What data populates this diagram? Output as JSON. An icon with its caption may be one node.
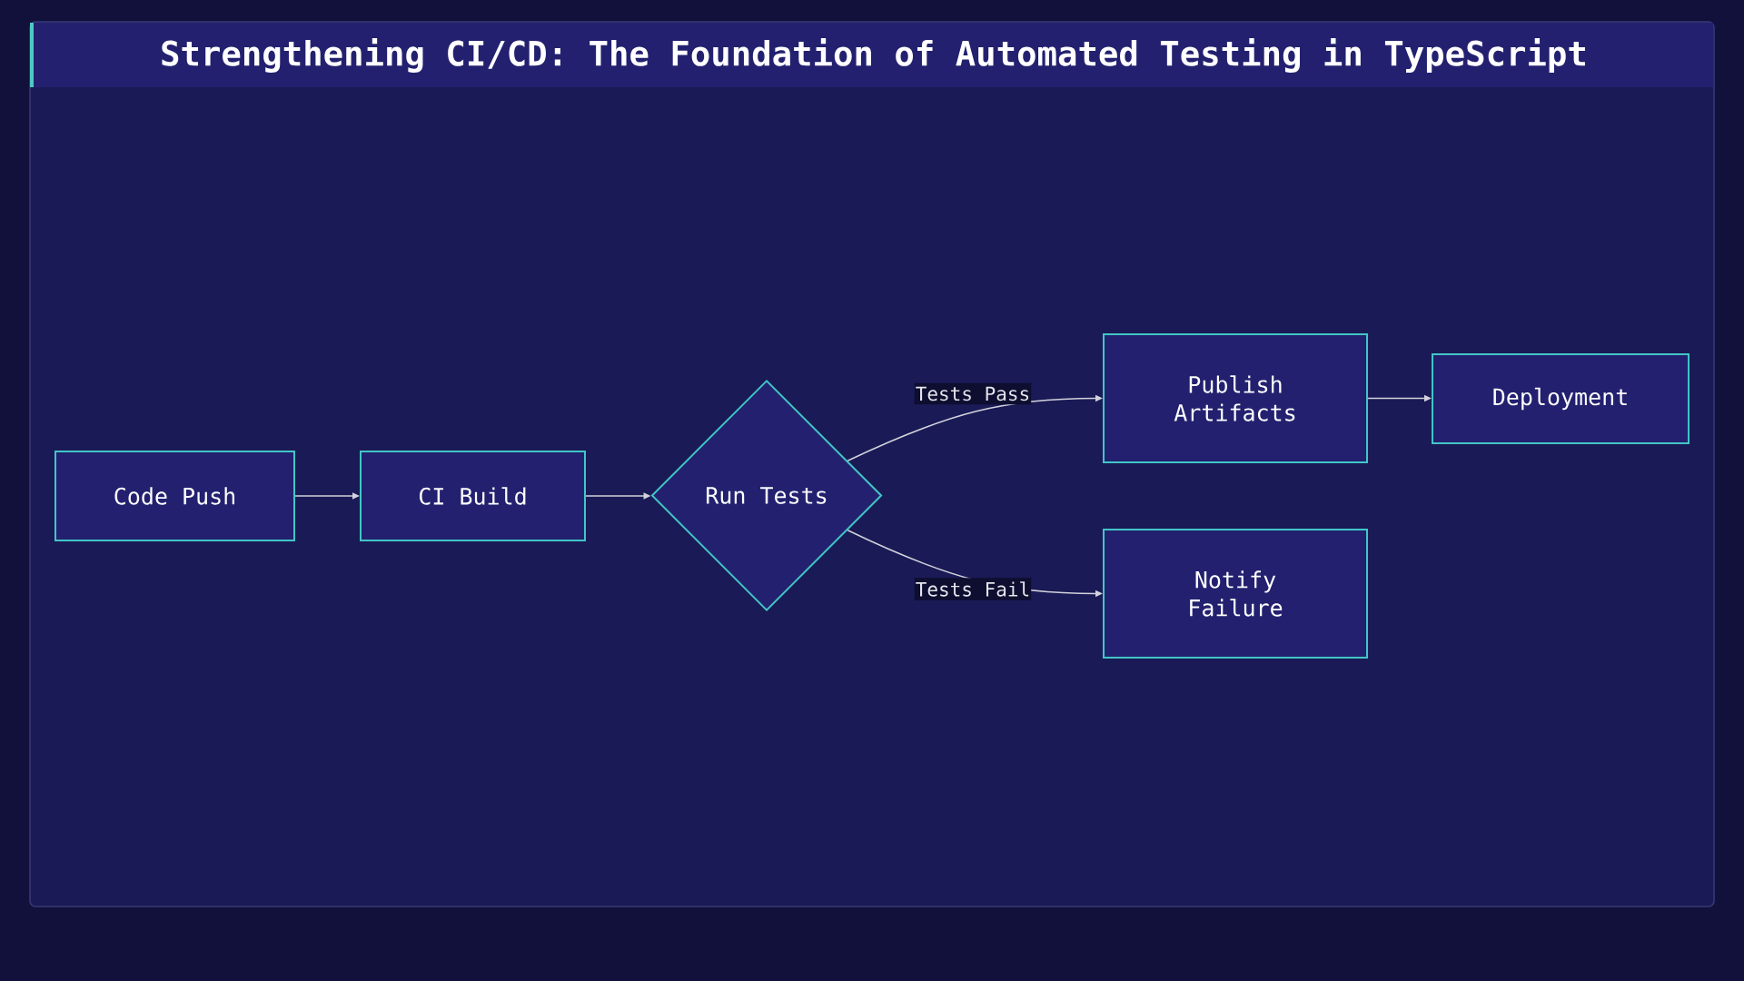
{
  "diagram": {
    "title": "Strengthening CI/CD: The Foundation of Automated Testing in TypeScript",
    "nodes": [
      {
        "text": [
          "Code Push"
        ]
      },
      {
        "text": [
          "CI Build"
        ]
      },
      {
        "text": [
          "Run Tests"
        ]
      },
      {
        "text": [
          "Publish Artifacts"
        ]
      },
      {
        "text": [
          "Deployment"
        ]
      },
      {
        "text": [
          "Notify Failure"
        ]
      }
    ],
    "edges": [
      {
        "from": 0,
        "to": 1,
        "arrow": "to"
      },
      {
        "from": 1,
        "to": 2,
        "arrow": "to"
      },
      {
        "from": 2,
        "to": 3,
        "arrow": "to",
        "label": "Tests Pass"
      },
      {
        "from": 2,
        "to": 5,
        "arrow": "to",
        "label": "Tests Fail"
      },
      {
        "from": 3,
        "to": 4,
        "arrow": "to"
      }
    ]
  }
}
